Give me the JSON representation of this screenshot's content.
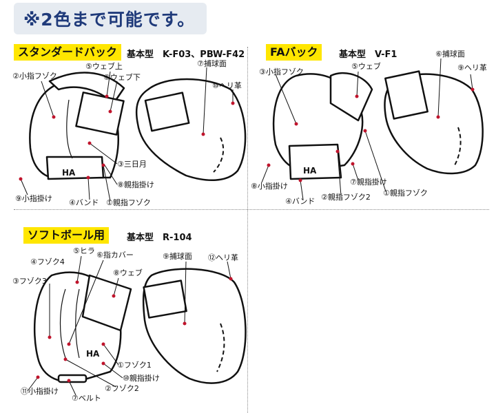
{
  "title": "※2色まで可能です。",
  "sections": {
    "standard": {
      "tag": "スタンダードバック",
      "model": "基本型　K-F03、PBW-F42",
      "labels": [
        "②小指フゾク",
        "⑤ウェブ上",
        "⑥ウェブ下",
        "⑦捕球面",
        "⑩ヘリ革",
        "③三日月",
        "⑧親指掛け",
        "⑨小指掛け",
        "④バンド",
        "①親指フゾク"
      ]
    },
    "fa": {
      "tag": "FAバック",
      "model": "基本型　V-F1",
      "labels": [
        "③小指フゾク",
        "⑤ウェブ",
        "⑥捕球面",
        "⑨ヘリ革",
        "⑦親指掛け",
        "①親指フゾク",
        "⑧小指掛け",
        "④バンド",
        "②親指フゾク2"
      ]
    },
    "softball": {
      "tag": "ソフトボール用",
      "model": "基本型　R-104",
      "labels": [
        "⑤ヒラ",
        "④フゾク4",
        "⑥指カバー",
        "⑨捕球面",
        "⑫ヘリ革",
        "⑧ウェブ",
        "③フゾク3",
        "①フゾク1",
        "⑩親指掛け",
        "②フゾク2",
        "⑪小指掛け",
        "⑦ベルト"
      ]
    }
  },
  "logo_text": "HA"
}
